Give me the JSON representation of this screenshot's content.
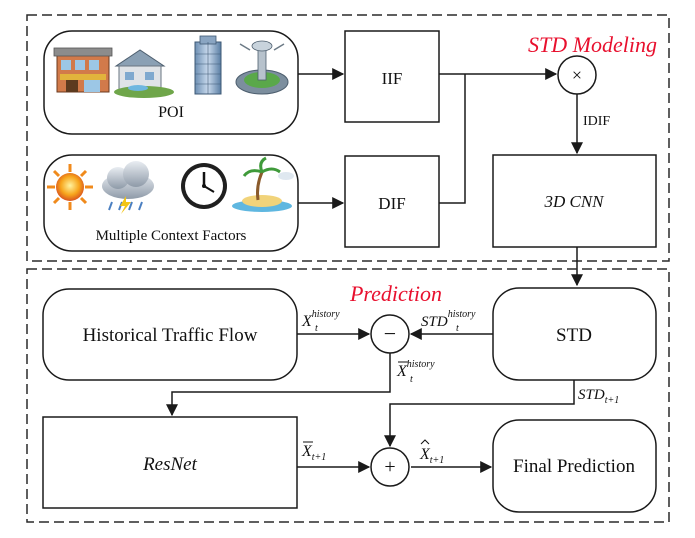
{
  "std_modeling": {
    "section_title": "STD Modeling",
    "poi_label": "POI",
    "context_label": "Multiple Context Factors",
    "iif_label": "IIF",
    "dif_label": "DIF",
    "multiply_symbol": "×",
    "idif_label": "IDIF",
    "cnn_label": "3D CNN",
    "poi_icons": [
      "shop-building-icon",
      "house-icon",
      "office-tower-icon",
      "city-park-icon"
    ],
    "context_icons": [
      "sun-icon",
      "storm-cloud-icon",
      "clock-icon",
      "beach-island-icon"
    ]
  },
  "prediction": {
    "section_title": "Prediction",
    "historical_flow_label": "Historical Traffic Flow",
    "std_label": "STD",
    "resnet_label": "ResNet",
    "final_label": "Final Prediction",
    "minus_symbol": "−",
    "plus_symbol": "+",
    "x_hist": {
      "base": "X",
      "sub": "t",
      "sup": "history"
    },
    "std_hist": {
      "base": "STD",
      "sub": "t",
      "sup": "history"
    },
    "xbar_hist": {
      "base": "X",
      "sub": "t",
      "sup": "history"
    },
    "std_next": {
      "base": "STD",
      "sub": "t+1"
    },
    "xbar_next": {
      "base": "X",
      "sub": "t+1"
    },
    "xhat_next": {
      "base": "X",
      "sub": "t+1"
    }
  },
  "colors": {
    "section_title": "#e8102e",
    "stroke": "#1a1a1a",
    "dash": "#2a2a2a"
  }
}
